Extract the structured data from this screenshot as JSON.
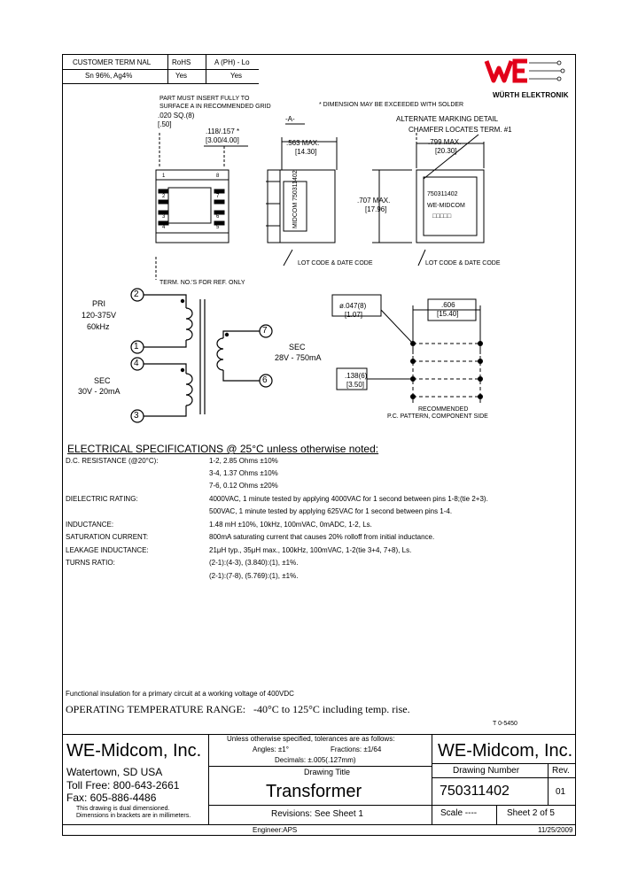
{
  "header": {
    "term_col1_label": "CUSTOMER TERM NAL",
    "term_col2_label": "RoHS",
    "term_col3_label": "A (PH) - Lo",
    "term_finish": "Sn 96%, Ag4%",
    "term_rohs_value": "Yes",
    "term_pb_value": "Yes",
    "brand_name": "WÜRTH ELEKTRONIK",
    "brand_color": "#e2001a"
  },
  "mechanical": {
    "note_insert": "PART MUST INSERT FULLY TO",
    "note_insert2": "SURFACE A IN RECOMMENDED GRID",
    "dim_solder_note": "* DIMENSION MAY BE EXCEEDED WITH SOLDER",
    "dim_pin_sq": ".020 SQ.(8)",
    "dim_pin_sq_mm": "[.50]",
    "dim_pitch": ".118/.157 *",
    "dim_pitch_mm": "[3.00/4.00]",
    "datum_a": "-A-",
    "dim_563": ".563 MAX.",
    "dim_563_mm": "[14.30]",
    "dim_707": ".707 MAX.",
    "dim_707_mm": "[17.96]",
    "alt_marking": "ALTERNATE MARKING DETAIL",
    "chamfer_note": "CHAMFER LOCATES TERM. #1",
    "dim_799": ".799 MAX.",
    "dim_799_mm": "[20.30]",
    "part_marking_line1": "750311402",
    "part_marking_line2": "WE-MIDCOM",
    "part_marking_line3": "□□□□□",
    "side_marking": "MIDCOM 750311402",
    "lot_code_left": "LOT CODE & DATE CODE",
    "lot_code_right": "LOT CODE & DATE CODE",
    "term_ref_note": "TERM. NO.'S FOR REF. ONLY",
    "pin_labels_left": [
      "1",
      "2",
      "3",
      "4"
    ],
    "pin_labels_right": [
      "8",
      "7",
      "6",
      "5"
    ]
  },
  "schematic": {
    "pri_label": "PRI",
    "pri_voltage": "120-375V",
    "pri_freq": "60kHz",
    "sec1_label": "SEC",
    "sec1_rating": "30V - 20mA",
    "sec2_label": "SEC",
    "sec2_rating": "28V - 750mA",
    "pins": [
      "2",
      "1",
      "4",
      "3",
      "7",
      "6"
    ]
  },
  "pcb": {
    "dim_hole": "ø.047(8)",
    "dim_hole_mm": "[1.07]",
    "dim_606": ".606",
    "dim_606_mm": "[15.40]",
    "dim_138": ".138(6)",
    "dim_138_mm": "[3.50]",
    "caption1": "RECOMMENDED",
    "caption2": "P.C. PATTERN, COMPONENT SIDE"
  },
  "specs": {
    "heading": "ELECTRICAL SPECIFICATIONS @ 25°C unless otherwise noted:",
    "rows": [
      {
        "label": "D.C. RESISTANCE (@20°C):",
        "value": "1-2, 2.85 Ohms ±10%"
      },
      {
        "label": "",
        "value": "3-4, 1.37 Ohms ±10%"
      },
      {
        "label": "",
        "value": "7-6, 0.12 Ohms ±20%"
      },
      {
        "label": "DIELECTRIC RATING:",
        "value": "4000VAC, 1 minute tested by applying 4000VAC for 1 second between pins 1-8;(tie 2+3)."
      },
      {
        "label": "",
        "value": "500VAC, 1 minute tested by applying 625VAC for 1 second between pins 1-4."
      },
      {
        "label": "INDUCTANCE:",
        "value": "1.48 mH ±10%, 10kHz, 100mVAC, 0mADC, 1-2, Ls."
      },
      {
        "label": "SATURATION CURRENT:",
        "value": "800mA saturating current that causes 20% rolloff from initial inductance."
      },
      {
        "label": "LEAKAGE INDUCTANCE:",
        "value": "21μH typ., 35μH max., 100kHz, 100mVAC, 1-2(tie 3+4, 7+8), Ls."
      },
      {
        "label": "TURNS RATIO:",
        "value": "(2-1):(4-3), (3.840):(1), ±1%."
      },
      {
        "label": "",
        "value": "(2-1):(7-8), (5.769):(1), ±1%."
      }
    ],
    "insulation_note": "Functional insulation for a primary circuit at a working voltage of 400VDC",
    "operating_label": "OPERATING TEMPERATURE RANGE:",
    "operating_value": "-40°C to 125°C including temp. rise."
  },
  "title_block": {
    "doc_ref": "T 0-5450",
    "company_left": "WE-Midcom, Inc.",
    "address": "Watertown, SD  USA",
    "toll_free": "Toll Free:  800-643-2661",
    "fax": "Fax: 605-886-4486",
    "note1": "This drawing is dual dimensioned.",
    "note2": "Dimensions in brackets are in millimeters.",
    "tol_heading": "Unless otherwise specified, tolerances are as follows:",
    "tol_angles": "Angles: ±1°",
    "tol_fractions": "Fractions: ±1/64",
    "tol_decimals": "Decimals: ±.005(.127mm)",
    "drawing_title_label": "Drawing Title",
    "drawing_title": "Transformer",
    "revisions": "Revisions: See Sheet 1",
    "company_right": "WE-Midcom, Inc.",
    "drawing_number_label": "Drawing Number",
    "drawing_number": "750311402",
    "rev_label": "Rev.",
    "rev_value": "01",
    "scale": "Scale ----",
    "sheet": "Sheet 2 of 5",
    "engineer": "Engineer:APS",
    "date": "11/25/2009"
  }
}
